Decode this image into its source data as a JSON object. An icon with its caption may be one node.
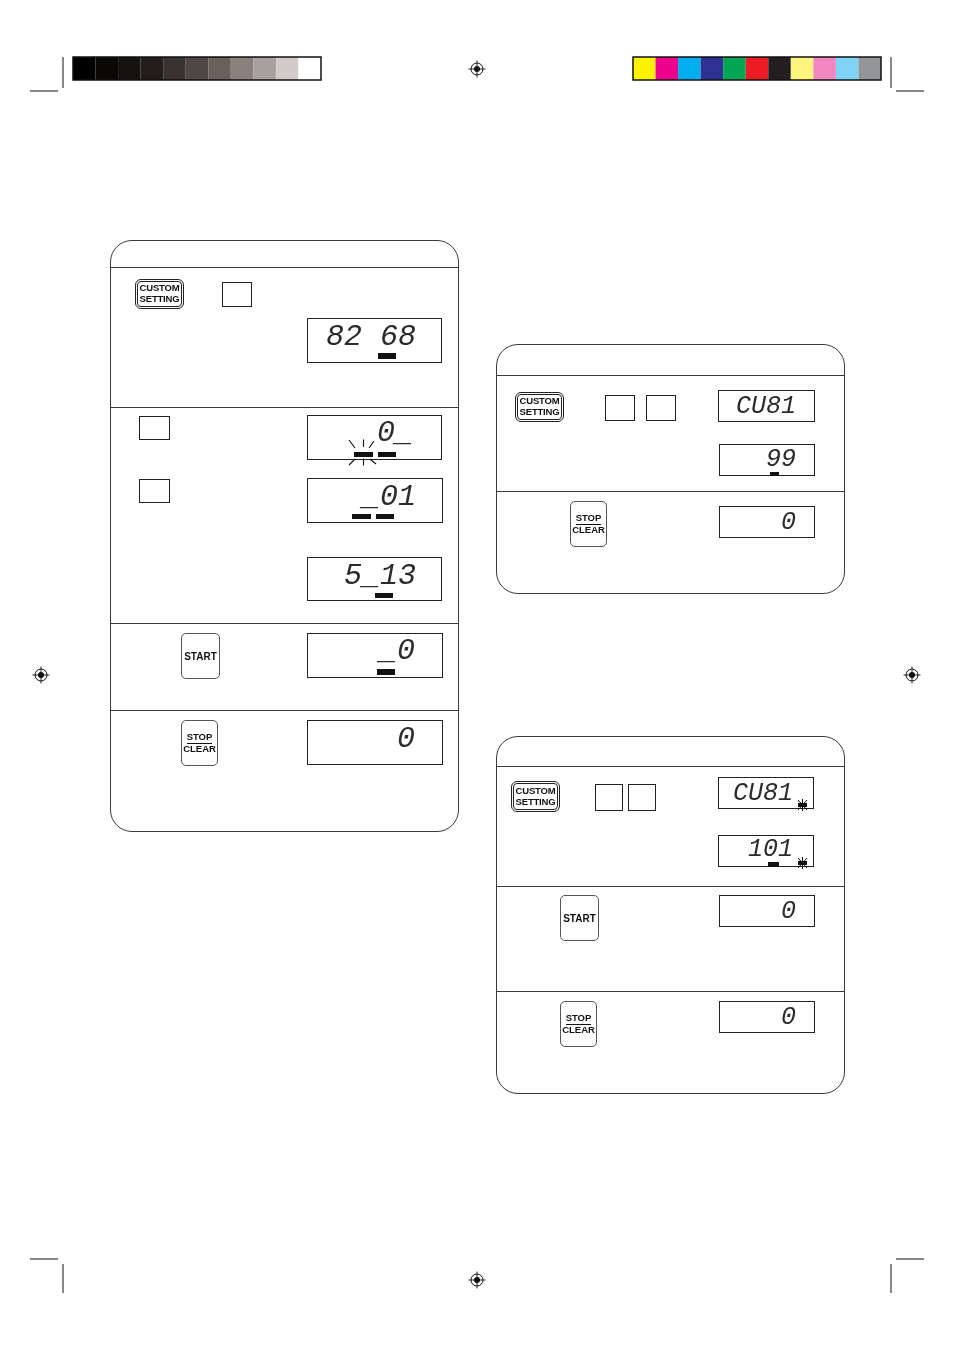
{
  "diagram": {
    "nodes": [
      {
        "text": [],
        "shape": "box"
      },
      {
        "text": [
          "CUSTOM SETTING"
        ],
        "in": 0
      },
      {
        "text": [],
        "shape": "box",
        "in": 0
      },
      {
        "text": [
          "82 68"
        ],
        "in": 0
      },
      {
        "text": [],
        "shape": "box",
        "in": 0
      },
      {
        "text": [
          "0_"
        ],
        "in": 0
      },
      {
        "text": [],
        "shape": "box",
        "in": 0
      },
      {
        "text": [
          "_01"
        ],
        "in": 0
      },
      {
        "text": [
          "5_13"
        ],
        "in": 0
      },
      {
        "text": [
          "START"
        ],
        "in": 0
      },
      {
        "text": [
          "_0"
        ],
        "in": 0
      },
      {
        "text": [
          "STOP",
          "CLEAR"
        ],
        "in": 0
      },
      {
        "text": [
          "0"
        ],
        "in": 0
      },
      {
        "text": [],
        "shape": "box"
      },
      {
        "text": [
          "CUSTOM SETTING"
        ],
        "in": 13
      },
      {
        "text": [],
        "shape": "box",
        "in": 13
      },
      {
        "text": [],
        "shape": "box",
        "in": 13
      },
      {
        "text": [
          "CU81"
        ],
        "in": 13
      },
      {
        "text": [
          "99"
        ],
        "in": 13
      },
      {
        "text": [
          "STOP",
          "CLEAR"
        ],
        "in": 13
      },
      {
        "text": [
          "0"
        ],
        "in": 13
      },
      {
        "text": [],
        "shape": "box"
      },
      {
        "text": [
          "CUSTOM SETTING"
        ],
        "in": 21
      },
      {
        "text": [],
        "shape": "box",
        "in": 21
      },
      {
        "text": [],
        "shape": "box",
        "in": 21
      },
      {
        "text": [
          "CU81"
        ],
        "in": 21
      },
      {
        "text": [
          "101"
        ],
        "in": 21
      },
      {
        "text": [
          "START"
        ],
        "in": 21
      },
      {
        "text": [
          "0"
        ],
        "in": 21
      },
      {
        "text": [
          "STOP",
          "CLEAR"
        ],
        "in": 21
      },
      {
        "text": [
          "0"
        ],
        "in": 21
      }
    ]
  }
}
